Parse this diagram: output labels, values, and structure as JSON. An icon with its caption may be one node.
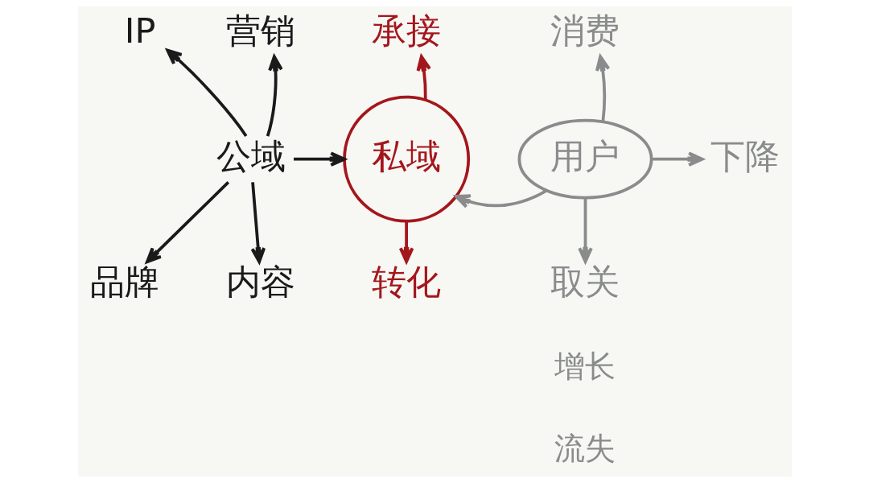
{
  "diagram": {
    "nodes": [
      {
        "text": [
          "IP"
        ]
      },
      {
        "text": [
          "营销"
        ]
      },
      {
        "text": [
          "公域"
        ]
      },
      {
        "text": [
          "内容"
        ]
      },
      {
        "text": [
          "品牌"
        ]
      },
      {
        "text": [
          "承接"
        ]
      },
      {
        "text": [
          "私域"
        ]
      },
      {
        "text": [
          "转化"
        ]
      },
      {
        "text": [
          "消费"
        ]
      },
      {
        "text": [
          "用户"
        ]
      },
      {
        "text": [
          "下降"
        ]
      },
      {
        "text": [
          "取关"
        ]
      }
    ],
    "edges": [
      {
        "from": 2,
        "to": 0,
        "arrow": "to"
      },
      {
        "from": 2,
        "to": 1,
        "arrow": "to"
      },
      {
        "from": 2,
        "to": 6,
        "arrow": "to"
      },
      {
        "from": 2,
        "to": 4,
        "arrow": "to"
      },
      {
        "from": 2,
        "to": 3,
        "arrow": "to"
      },
      {
        "from": 6,
        "to": 5,
        "arrow": "to",
        "color": "#a3171c"
      },
      {
        "from": 6,
        "to": 7,
        "arrow": "to",
        "color": "#a3171c"
      },
      {
        "from": 9,
        "to": 6,
        "arrow": "to",
        "color": "#8a8c8c"
      },
      {
        "from": 9,
        "to": 8,
        "arrow": "to",
        "color": "#8a8c8c"
      },
      {
        "from": 9,
        "to": 10,
        "arrow": "to",
        "color": "#8a8c8c"
      },
      {
        "from": 9,
        "to": 11,
        "arrow": "to",
        "color": "#8a8c8c"
      }
    ],
    "labels": [
      "增长",
      "流失"
    ]
  }
}
